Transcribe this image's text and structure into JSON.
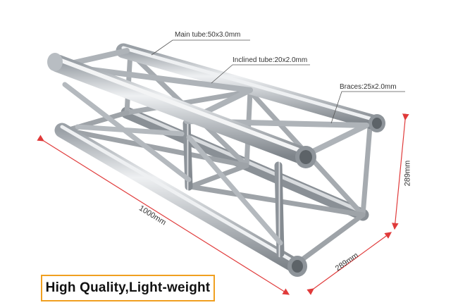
{
  "callouts": {
    "main_tube": "Main tube:50x3.0mm",
    "inclined_tube": "Inclined tube:20x2.0mm",
    "braces": "Braces:25x2.0mm"
  },
  "dimensions": {
    "length": "1000mm",
    "height": "289mm",
    "width": "289mm"
  },
  "banner": {
    "text": "High Quality,Light-weight"
  },
  "colors": {
    "tube": "#c9ccd0",
    "accent": "#f0a020",
    "dimension_line": "#e03a3a"
  }
}
